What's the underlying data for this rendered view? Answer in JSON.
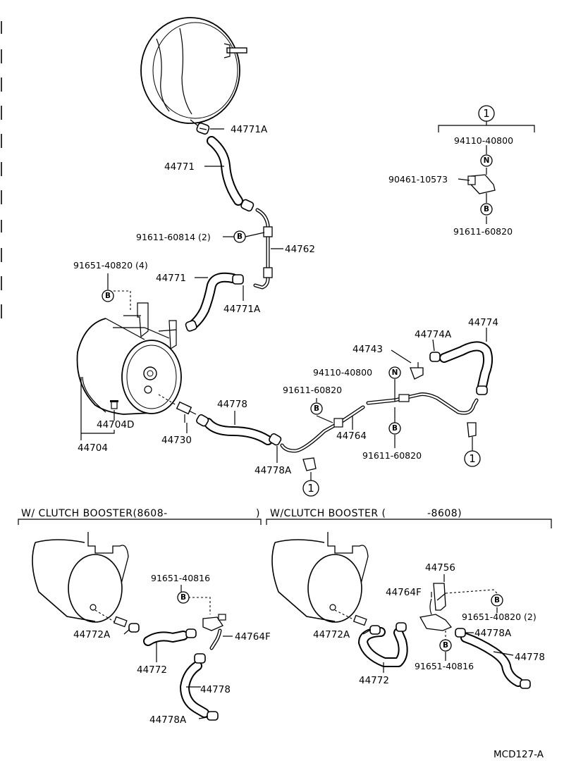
{
  "labels": {
    "p44771A_top": "44771A",
    "p44771_top": "44771",
    "p91611_60814": "91611-60814 (2)",
    "p44762": "44762",
    "p91651_40820_4": "91651-40820 (4)",
    "p44771_mid": "44771",
    "p44771A_mid": "44771A",
    "p44704D": "44704D",
    "p44704": "44704",
    "p44730": "44730",
    "p44778_main": "44778",
    "p44778A_main": "44778A",
    "p91611_60820_a": "91611-60820",
    "p44764": "44764",
    "p94110_40800_a": "94110-40800",
    "p44743": "44743",
    "p44774A": "44774A",
    "p44774": "44774",
    "p91611_60820_b": "91611-60820",
    "inset_94110_40800": "94110-40800",
    "inset_90461_10573": "90461-10573",
    "inset_91611_60820": "91611-60820",
    "left_91651_40816": "91651-40816",
    "left_44772A": "44772A",
    "left_44772": "44772",
    "left_44764F": "44764F",
    "left_44778": "44778",
    "left_44778A": "44778A",
    "right_44756": "44756",
    "right_44764F": "44764F",
    "right_91651_40820_2": "91651-40820 (2)",
    "right_44772A": "44772A",
    "right_44778A": "44778A",
    "right_44772": "44772",
    "right_44778": "44778",
    "right_91651_40816": "91651-40816"
  },
  "sections": {
    "left_title": "W/  CLUTCH  BOOSTER(8608-",
    "left_close": ")",
    "right_title": "W/CLUTCH BOOSTER (",
    "right_end": "-8608)"
  },
  "markers": {
    "ref": "1",
    "bolt": "B",
    "nut": "N"
  },
  "diagram_code": "MCD127-A"
}
